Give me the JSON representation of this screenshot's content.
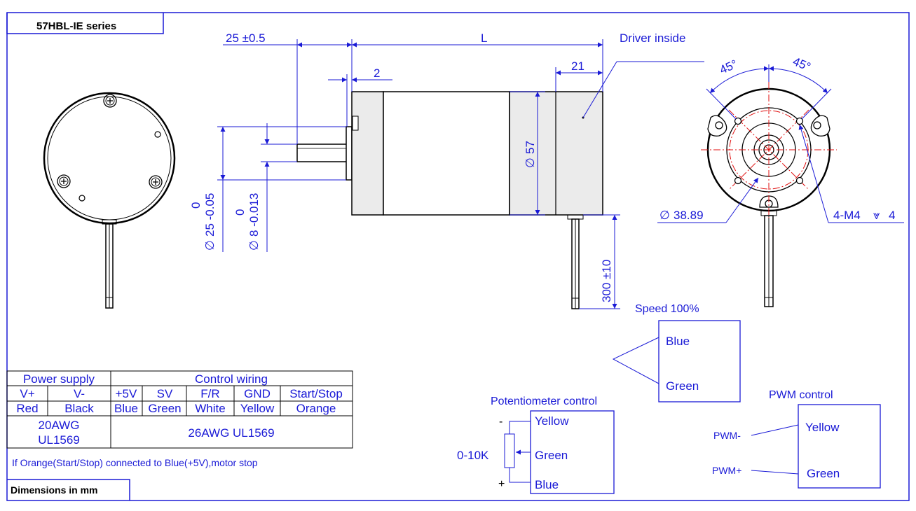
{
  "header": {
    "series": "57HBL-IE series"
  },
  "dimensions": {
    "shaft_length": "25 ±0.5",
    "body_length": "L",
    "flange_thickness": "2",
    "driver_length": "21",
    "body_diameter": "57",
    "shaft_tol_upper": "0",
    "shaft_tol_lower": "25 -0.05",
    "inner_tol_upper": "0",
    "inner_tol_lower": "8 -0.013",
    "lead_length": "300 ±10",
    "pcd": "38.89",
    "angle_left": "45°",
    "angle_right": "45°",
    "mount_holes": "4-M4",
    "hole_depth": "4",
    "diameter_symbol": "∅",
    "depth_symbol": "⩔"
  },
  "labels": {
    "driver_inside": "Driver inside"
  },
  "wiring_table": {
    "group_power": "Power supply",
    "group_control": "Control wiring",
    "headers": [
      "V+",
      "V-",
      "+5V",
      "SV",
      "F/R",
      "GND",
      "Start/Stop"
    ],
    "colors": [
      "Red",
      "Black",
      "Blue",
      "Green",
      "White",
      "Yellow",
      "Orange"
    ],
    "power_wire_1": "20AWG",
    "power_wire_2": "UL1569",
    "control_wire": "26AWG UL1569"
  },
  "note": "If Orange(Start/Stop) connected to Blue(+5V),motor stop",
  "footer": {
    "units": "Dimensions in mm"
  },
  "speed_box": {
    "title": "Speed 100%",
    "wire_1": "Blue",
    "wire_2": "Green"
  },
  "pot_box": {
    "title": "Potentiometer control",
    "minus": "-",
    "plus": "+",
    "resistor": "0-10K",
    "wire_1": "Yellow",
    "wire_2": "Green",
    "wire_3": "Blue"
  },
  "pwm_box": {
    "title": "PWM control",
    "neg": "PWM-",
    "pos": "PWM+",
    "wire_1": "Yellow",
    "wire_2": "Green"
  },
  "colors": {
    "dimension": "#1a1ad6",
    "outline": "#000000",
    "centerline": "#e01010",
    "body_fill": "#ebebeb"
  }
}
